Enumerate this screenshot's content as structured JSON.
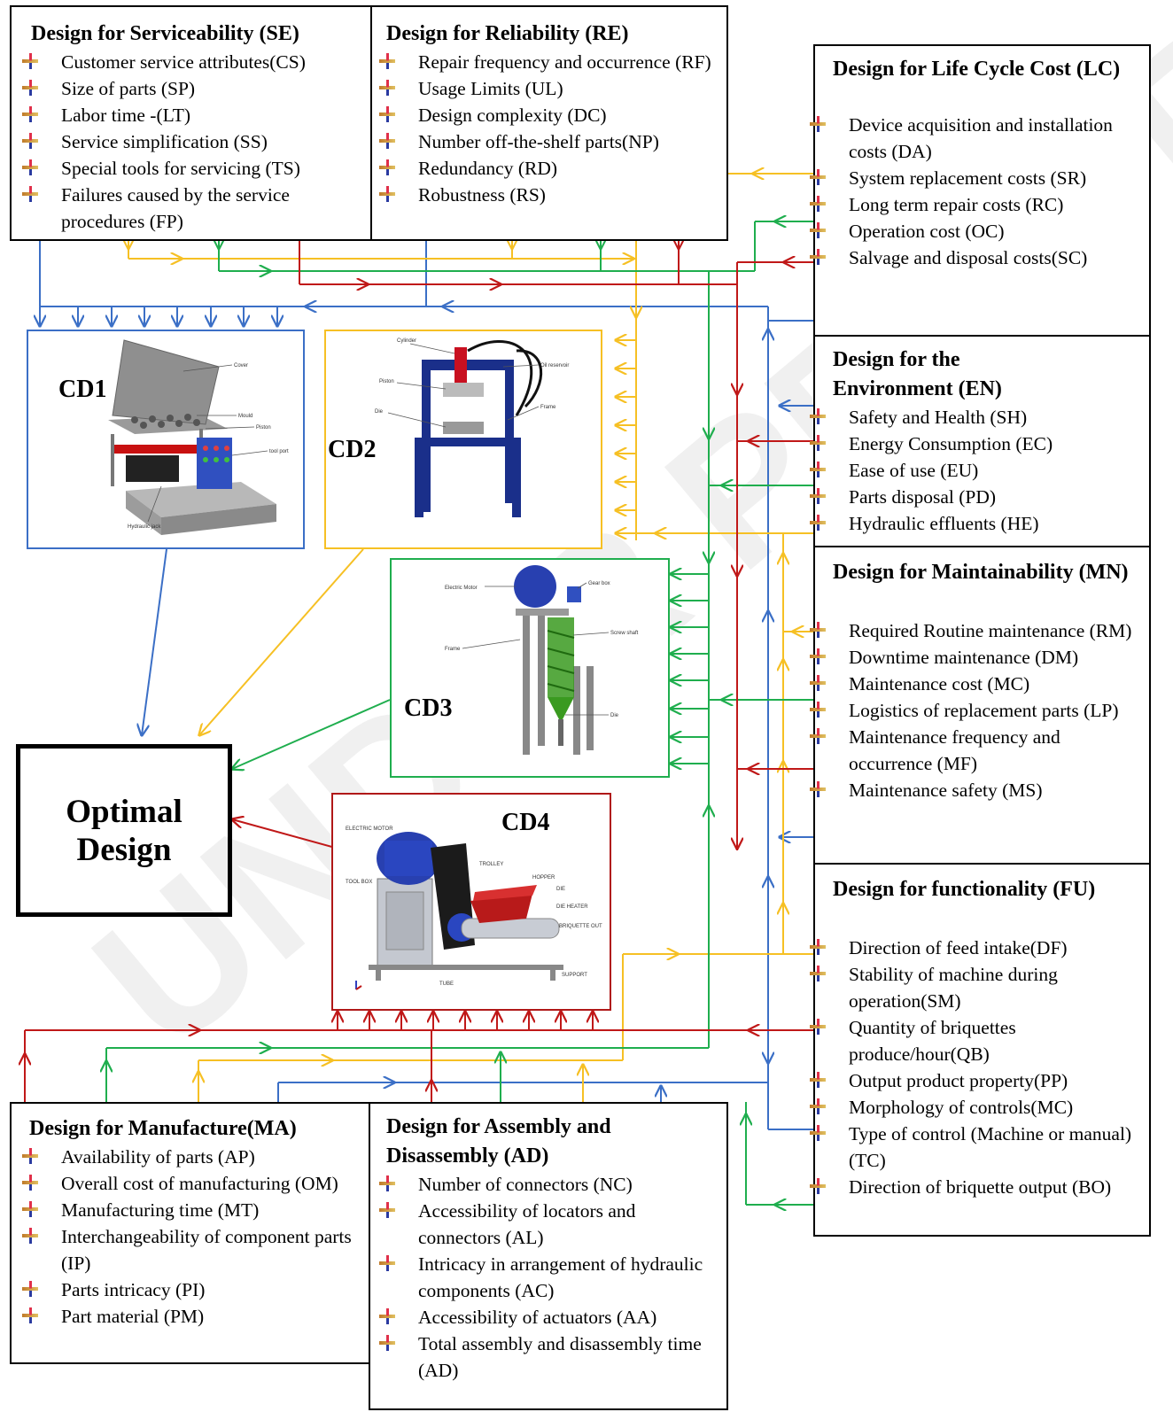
{
  "colors": {
    "blue": "#3b6fc6",
    "orange": "#f6c024",
    "green": "#1fae4e",
    "red": "#c01818",
    "black": "#000000"
  },
  "boxes": {
    "se": {
      "title": "Design for Serviceability (SE)",
      "items": [
        "Customer service attributes(CS)",
        "Size of parts (SP)",
        "Labor time -(LT)",
        "Service simplification (SS)",
        "Special tools for servicing (TS)",
        "Failures caused by the service procedures (FP)"
      ]
    },
    "re": {
      "title": "Design for Reliability (RE)",
      "items": [
        "Repair frequency and occurrence (RF)",
        "Usage Limits (UL)",
        "Design complexity (DC)",
        "Number off-the-shelf parts(NP)",
        "Redundancy (RD)",
        "Robustness (RS)"
      ]
    },
    "lc": {
      "title": "Design for Life Cycle Cost (LC)",
      "items": [
        "Device acquisition and installation costs (DA)",
        "System replacement costs (SR)",
        "Long term repair costs (RC)",
        "Operation cost (OC)",
        "Salvage and disposal costs(SC)"
      ]
    },
    "en": {
      "title": "Design for the Environment (EN)",
      "items": [
        "Safety and Health (SH)",
        "Energy Consumption (EC)",
        "Ease of use (EU)",
        "Parts disposal (PD)",
        "Hydraulic effluents (HE)"
      ]
    },
    "mn": {
      "title": "Design for Maintainability (MN)",
      "items": [
        "Required Routine maintenance (RM)",
        "Downtime maintenance (DM)",
        "Maintenance cost (MC)",
        "Logistics of replacement parts (LP)",
        "Maintenance frequency and occurrence (MF)",
        "Maintenance safety (MS)"
      ]
    },
    "fu": {
      "title": "Design for functionality (FU)",
      "items": [
        "Direction of feed intake(DF)",
        "Stability of machine during operation(SM)",
        "Quantity of briquettes produce/hour(QB)",
        "Output product property(PP)",
        "Morphology of controls(MC)",
        "Type of control (Machine or manual)(TC)",
        "Direction of briquette output (BO)"
      ]
    },
    "ma": {
      "title": "Design for Manufacture(MA)",
      "items": [
        "Availability of parts (AP)",
        "Overall cost of manufacturing (OM)",
        "Manufacturing time (MT)",
        "Interchangeability of component parts (IP)",
        "Parts intricacy (PI)",
        "Part material (PM)"
      ]
    },
    "ad": {
      "title": "Design for Assembly and Disassembly (AD)",
      "items": [
        "Number of connectors (NC)",
        "Accessibility of locators and connectors (AL)",
        "Intricacy in arrangement of hydraulic components (AC)",
        "Accessibility of actuators (AA)",
        "Total assembly and disassembly time (AD)"
      ]
    }
  },
  "concepts": {
    "cd1": {
      "label": "CD1",
      "callouts": [
        "Cover",
        "Mould",
        "Piston",
        "tool port",
        "Hydraulic jack"
      ]
    },
    "cd2": {
      "label": "CD2",
      "callouts": [
        "Cylinder",
        "Oil reservoir",
        "Piston",
        "Die",
        "Frame"
      ]
    },
    "cd3": {
      "label": "CD3",
      "callouts": [
        "Electric Motor",
        "Gear box",
        "Screw shaft",
        "Frame",
        "Die"
      ]
    },
    "cd4": {
      "label": "CD4",
      "callouts": [
        "ELECTRIC MOTOR",
        "TROLLEY",
        "HOPPER",
        "DIE",
        "DIE HEATER",
        "TOOL BOX",
        "BRIQUETTE OUT",
        "TUBE",
        "SUPPORT"
      ]
    }
  },
  "optimal": {
    "line1": "Optimal",
    "line2": "Design"
  },
  "watermark": "UNDER PEER REVIEW"
}
